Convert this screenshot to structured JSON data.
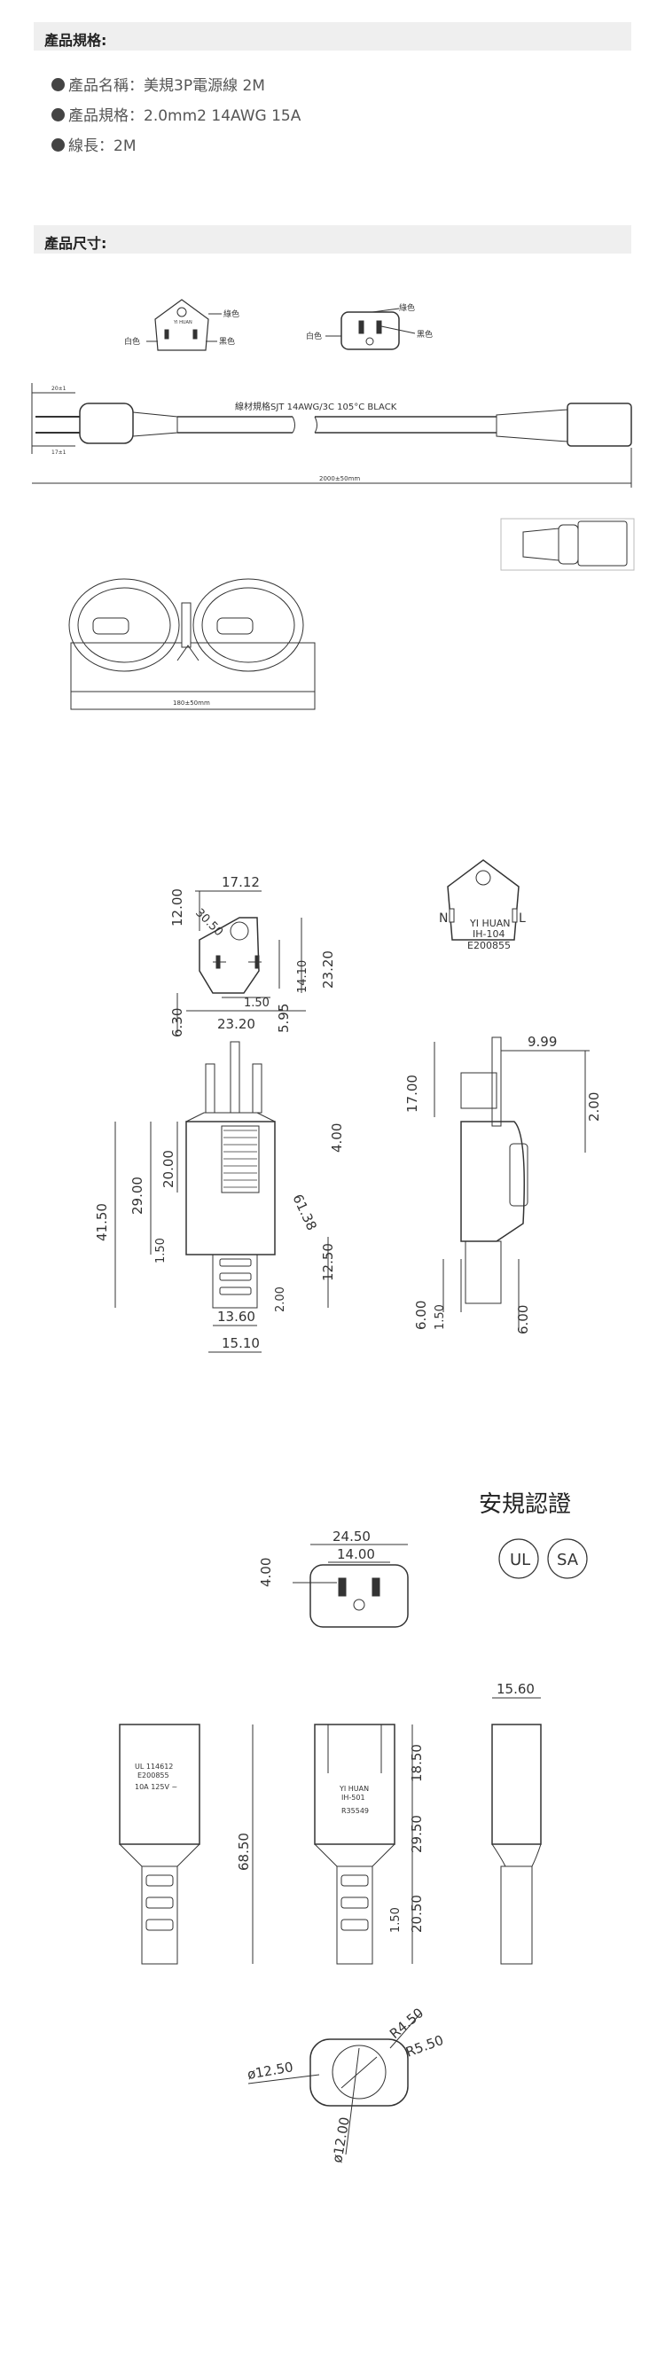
{
  "sections": {
    "spec_title": "產品規格:",
    "dim_title": "產品尺寸:"
  },
  "specs": [
    {
      "label": "產品名稱：",
      "value": "美規3P電源線 2M"
    },
    {
      "label": "產品規格：",
      "value": "2.0mm2 14AWG 15A"
    },
    {
      "label": "線長：",
      "value": "2M"
    }
  ],
  "cable": {
    "pin_colors": {
      "green": "綠色",
      "white": "白色",
      "black": "黑色"
    },
    "cable_spec": "線材規格SJT 14AWG/3C 105°C BLACK",
    "length": "2000±50mm",
    "coil_size": "180±50mm",
    "plug_dims": {
      "a": "20±1",
      "b": "17±1"
    }
  },
  "plug": {
    "dims": {
      "top_w": "17.12",
      "top_h": "12.00",
      "radius": "30.50",
      "width": "23.20",
      "pin_gap": "14.10",
      "pin_w": "1.50",
      "bottom_w": "23.20",
      "left_h": "6.30",
      "drop": "5.95",
      "side_w": "9.99",
      "pin_len": "17.00",
      "pin_t": "2.00",
      "total_h": "41.50",
      "body_h": "29.00",
      "grip_h": "20.00",
      "cap_h": "4.00",
      "curve_r": "61.38",
      "tail_h": "12.50",
      "tail_w": "1.50",
      "neck": "2.00",
      "neck_w": "13.60",
      "base_w": "15.10",
      "side_b1": "6.00",
      "side_b2": "1.50",
      "side_b3": "6.00"
    },
    "face": {
      "brand": "YI HUAN",
      "model": "IH-104",
      "cert": "E200855",
      "n": "N",
      "l": "L"
    }
  },
  "cert": {
    "title": "安規認證",
    "ul": "UL",
    "csa": "SA"
  },
  "connector": {
    "dims": {
      "outer_w": "24.50",
      "inner_w": "14.00",
      "pin_h": "4.00",
      "side_w": "15.60",
      "total_h": "68.50",
      "top_h": "18.50",
      "mid_h": "29.50",
      "neck": "1.50",
      "tail_h": "20.50",
      "r1": "R4.50",
      "r2": "R5.50",
      "dia1": "ø12.50",
      "dia2": "ø12.00"
    },
    "label_left": [
      "UL 114612",
      "E200855",
      "10A 125V ~"
    ],
    "label_mid": [
      "YI HUAN",
      "IH-501",
      "R35549"
    ]
  }
}
